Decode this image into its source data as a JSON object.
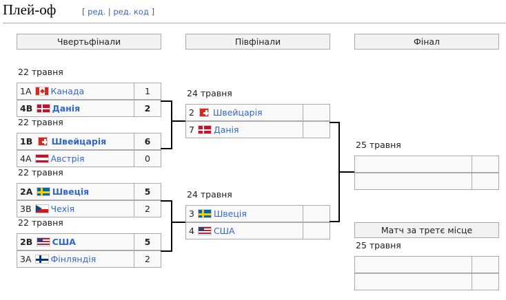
{
  "page": {
    "heading": "Плей-оф",
    "edit_links": {
      "open": "[",
      "edit": "ред.",
      "sep": "|",
      "edit_code": "ред. код",
      "close": "]"
    }
  },
  "rounds": {
    "quarterfinals": "Чвертьфінали",
    "semifinals": "Півфінали",
    "final": "Фінал",
    "third_place": "Матч за третє місце"
  },
  "quarterfinals": [
    {
      "date": "22 травня",
      "teams": [
        {
          "seed": "1A",
          "flag": "canada",
          "name": "Канада",
          "score": "1",
          "winner": false
        },
        {
          "seed": "4B",
          "flag": "denmark",
          "name": "Данія",
          "score": "2",
          "winner": true
        }
      ]
    },
    {
      "date": "22 травня",
      "teams": [
        {
          "seed": "1B",
          "flag": "switzerland",
          "name": "Швейцарія",
          "score": "6",
          "winner": true
        },
        {
          "seed": "4A",
          "flag": "austria",
          "name": "Австрія",
          "score": "0",
          "winner": false
        }
      ]
    },
    {
      "date": "22 травня",
      "teams": [
        {
          "seed": "2A",
          "flag": "sweden",
          "name": "Швеція",
          "score": "5",
          "winner": true
        },
        {
          "seed": "3B",
          "flag": "czech",
          "name": "Чехія",
          "score": "2",
          "winner": false
        }
      ]
    },
    {
      "date": "22 травня",
      "teams": [
        {
          "seed": "2B",
          "flag": "usa",
          "name": "США",
          "score": "5",
          "winner": true
        },
        {
          "seed": "3A",
          "flag": "finland",
          "name": "Фінляндія",
          "score": "2",
          "winner": false
        }
      ]
    }
  ],
  "semifinals": [
    {
      "date": "24 травня",
      "teams": [
        {
          "seed": "2",
          "flag": "switzerland",
          "name": "Швейцарія",
          "score": ""
        },
        {
          "seed": "7",
          "flag": "denmark",
          "name": "Данія",
          "score": ""
        }
      ]
    },
    {
      "date": "24 травня",
      "teams": [
        {
          "seed": "3",
          "flag": "sweden",
          "name": "Швеція",
          "score": ""
        },
        {
          "seed": "4",
          "flag": "usa",
          "name": "США",
          "score": ""
        }
      ]
    }
  ],
  "final": {
    "date": "25 травня",
    "teams": [
      {
        "name": "",
        "score": ""
      },
      {
        "name": "",
        "score": ""
      }
    ]
  },
  "third_place": {
    "date": "25 травня",
    "teams": [
      {
        "name": "",
        "score": ""
      },
      {
        "name": "",
        "score": ""
      }
    ]
  },
  "colors": {
    "link": "#3366cc",
    "border": "#aaaaaa",
    "cell_bg": "#f9f9f9",
    "header_bg": "#f2f2f2",
    "connector": "#000000"
  }
}
